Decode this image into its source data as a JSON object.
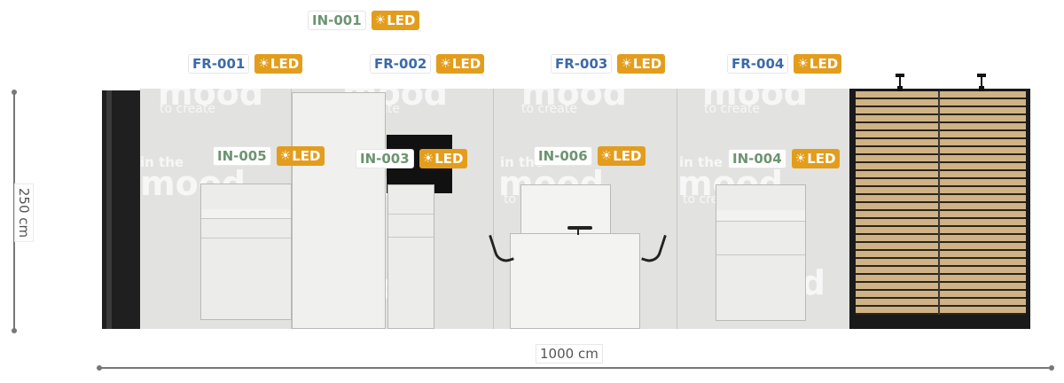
{
  "watermark": {
    "line1": "in the",
    "line2": "mood",
    "line3": "to create"
  },
  "labels": [
    {
      "code": "IN-001",
      "kind": "in",
      "led": "LED"
    },
    {
      "code": "FR-001",
      "kind": "fr",
      "led": "LED"
    },
    {
      "code": "FR-002",
      "kind": "fr",
      "led": "LED"
    },
    {
      "code": "FR-003",
      "kind": "fr",
      "led": "LED"
    },
    {
      "code": "FR-004",
      "kind": "fr",
      "led": "LED"
    },
    {
      "code": "IN-005",
      "kind": "in",
      "led": "LED"
    },
    {
      "code": "IN-003",
      "kind": "in",
      "led": "LED"
    },
    {
      "code": "IN-006",
      "kind": "in",
      "led": "LED"
    },
    {
      "code": "IN-004",
      "kind": "in",
      "led": "LED"
    }
  ],
  "led_icon": "sun-icon",
  "colors": {
    "fr_code": "#3c6aa8",
    "in_code": "#6d9471",
    "led_badge": "#e39d1c"
  },
  "dimensions": {
    "height": "250 cm",
    "width": "1000 cm"
  }
}
